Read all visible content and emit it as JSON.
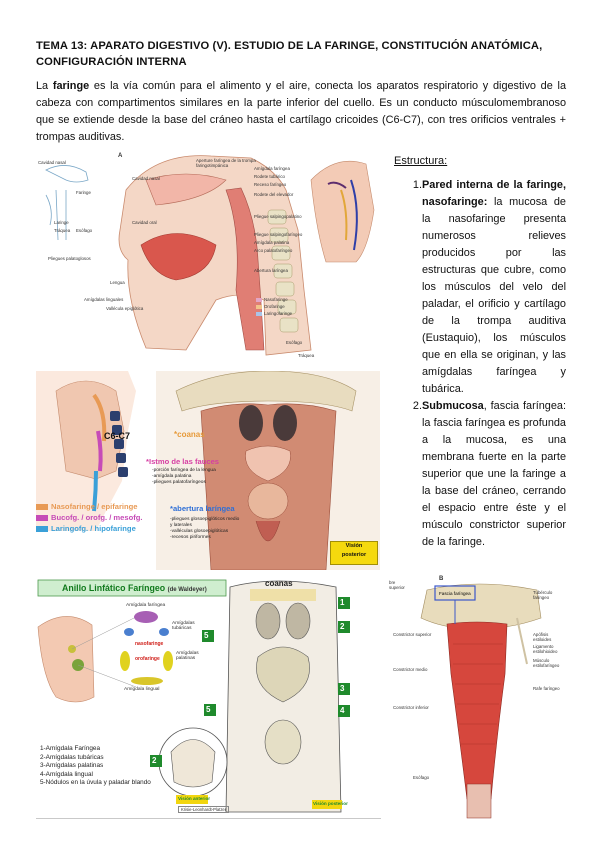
{
  "title": "TEMA 13: APARATO DIGESTIVO (V). ESTUDIO DE LA FARINGE, CONSTITUCIÓN ANATÓMICA, CONFIGURACIÓN INTERNA",
  "intro": {
    "term": "faringe",
    "before": "La ",
    "after": " es la vía común para el alimento y el aire, conecta los aparatos respiratorio y digestivo de la cabeza con compartimentos similares en la parte inferior del cuello. Es un conducto músculomembranoso que se extiende desde la base del cráneo hasta el cartílago cricoides (C6-C7), con tres orificios ventrales + trompas auditivas."
  },
  "structure_heading": "Estructura:",
  "structure_items": [
    {
      "num": "1.",
      "bold": "Pared interna de la faringe, nasofaringe:",
      "text": " la mucosa de la nasofaringe presenta numerosos relieves producidos por las estructuras que cubre, como los músculos del velo del paladar, el orificio y cartílago de la trompa auditiva (Eustaquio), los músculos que en ella se originan, y las amígdalas faríngea y tubárica."
    },
    {
      "num": "2.",
      "bold": "Submucosa",
      "text": ", fascia faríngea: la fascia faríngea es profunda a la mucosa, es una membrana fuerte en la parte superior que une la faringe a la base del cráneo, cerrando el espacio entre éste y el músculo constrictor superior de la faringe."
    }
  ],
  "fig1": {
    "panel_letter": "A",
    "labels": [
      "Cavidad nasal",
      "Faringe",
      "Laringe",
      "Tráquea",
      "Esófago",
      "Aperture faríngea de la trompa faringotimpánica",
      "Rodete tubárico",
      "Receso faríngeo",
      "Rodete del elevador",
      "Pliegue salpingofaríngeo",
      "Amígdala palatina",
      "Arco palatofaríngeo",
      "Abertura laríngea",
      "Amígdala faríngea",
      "Pliegue salpingopalatino",
      "Cavidad nasal",
      "Cavidad oral",
      "Lengua",
      "Amígdalas linguales",
      "Vallécula epiglótica",
      "Pliegues palatoglosos",
      "Tráquea",
      "Esófago"
    ],
    "legend": [
      "Nasofaringe",
      "Orofaringe",
      "Laringofaringe"
    ],
    "legend_colors": [
      "#e3a6c6",
      "#f2c48b",
      "#a9c4e8"
    ]
  },
  "fig2": {
    "vertebra_label": "C6-C7",
    "legend": [
      "Nasofaringe / epifaringe",
      "Bucofg. / orofg. / mesofg.",
      "Laringofg. / hipofaringe"
    ],
    "legend_colors": [
      "#e89a55",
      "#c64bb7",
      "#3aa0d8"
    ],
    "label_coanas": "*coanas",
    "label_istmo": "*Istmo de las fauces",
    "istmo_lines": [
      "-porción faríngea de la lengua",
      "-amígdala palatina",
      "-pliegues palatofaríngeos"
    ],
    "label_abertura": "*abertura laríngea",
    "abertura_lines": [
      "-pliegues glosoepiglóticos medio",
      "y laterales",
      "-valléculas glosoepiglóticas",
      "-recesos piriformes"
    ],
    "vision_badge": [
      "Visión",
      "posterior"
    ]
  },
  "fig3": {
    "title": "Anillo Linfático Faríngeo",
    "title_suffix": "(de Waldeyer)",
    "coanas": "coanas",
    "labels": [
      "Amígdala faríngea",
      "Amígdalas tubáricas",
      "nasofaringe",
      "orofaringe",
      "Amígdalas palatinas",
      "Amígdala lingual"
    ],
    "numbers": [
      "1",
      "2",
      "3",
      "4",
      "5",
      "5",
      "2"
    ],
    "list": [
      "1-Amígdala Faríngea",
      "2-Amígdalas tubáricas",
      "3-Amígdalas palatinas",
      "4-Amígdala lingual",
      "5-Nódulos en la úvula y paladar blando"
    ],
    "vision_anterior": "Visión anterior",
    "vision_posterior": "Visión posterior",
    "credit": "Krisie-Leonhardt-Platzer"
  },
  "fig4": {
    "panel_letter": "B",
    "top_left": [
      "bre",
      "superior"
    ],
    "box_label": "Fascia faríngea",
    "labels_left": [
      "Constrictor superior",
      "Constrictor medio",
      "Constrictor inferior",
      "Esófago"
    ],
    "labels_right": [
      "Tubérculo faríngeo",
      "Apófisis estiloides",
      "Ligamento estilohioideo",
      "Músculo estilofaríngeo",
      "Rafe faríngeo"
    ],
    "box_color": "#3b57c9"
  }
}
